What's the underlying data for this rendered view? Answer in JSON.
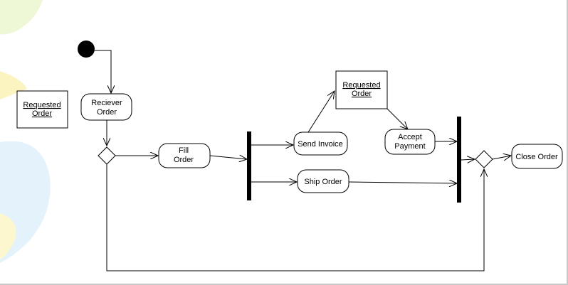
{
  "diagram": {
    "initial_node": "start-node",
    "nodes": {
      "requested_order_left": {
        "line1": "Requested",
        "line2": "Order"
      },
      "reciever_order": {
        "line1": "Reciever",
        "line2": "Order"
      },
      "fill_order": {
        "line1": "Fill",
        "line2": "Order"
      },
      "send_invoice": {
        "label": "Send Invoice"
      },
      "requested_order_top": {
        "line1": "Requested",
        "line2": "Order"
      },
      "accept_payment": {
        "line1": "Accept",
        "line2": "Payment"
      },
      "ship_order": {
        "label": "Ship Order"
      },
      "close_order": {
        "label": "Close Order"
      }
    }
  },
  "colors": {
    "line": "#000000",
    "bar": "#000000",
    "background": "#ffffff",
    "decor_green": "#e9f5c9",
    "decor_blue": "#dbeef9",
    "decor_yellow": "#fbf3b5"
  }
}
